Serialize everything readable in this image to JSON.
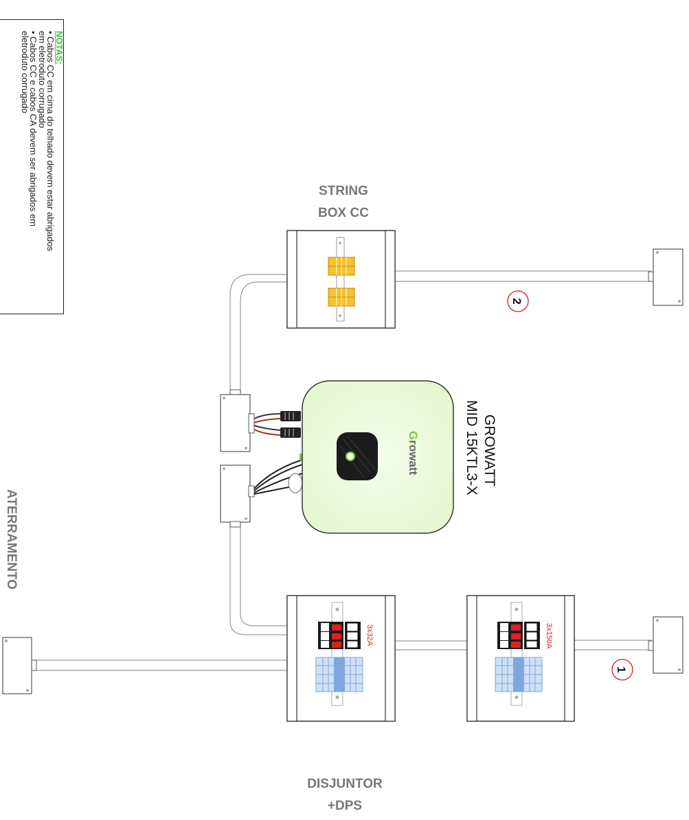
{
  "notes": {
    "title": "NOTAS:",
    "line1": "• Cabos CC em cima do telhado devem estar abrigados",
    "line2": "em eletroduto corrugado",
    "line3": "• Cabos CC e cabos CA devem ser abrigados em",
    "line4": "eletroduto corrugado"
  },
  "labels": {
    "string_box_line1": "STRING",
    "string_box_line2": "BOX CC",
    "inverter_brand": "GROWATT",
    "inverter_model": "MID 15KTL3-X",
    "inverter_logo_g": "G",
    "inverter_logo_rest": "rowatt",
    "aterramento": "ATERRAMENTO",
    "disjuntor_line1": "DISJUNTOR",
    "disjuntor_line2": "+DPS",
    "breaker1_rating": "3x32A",
    "breaker2_rating": "3x150A",
    "marker1": "1",
    "marker2": "2"
  },
  "colors": {
    "fuse": "#f6c22a",
    "breaker_red": "#e02020",
    "dps_blue": "#7ea8dd",
    "inverter_fill": "#eefbe0",
    "logo_green": "#7dc242",
    "marker_red": "#d21e1e"
  }
}
